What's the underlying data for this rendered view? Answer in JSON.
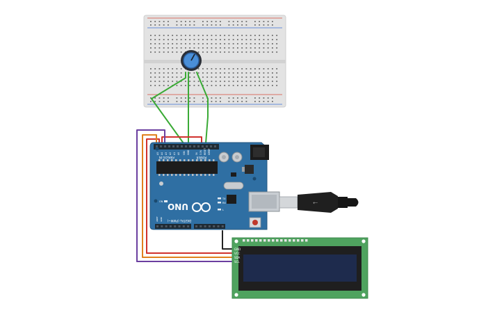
{
  "arduino": {
    "brand": "UNO",
    "digital_label": "DIGITAL (PWM~)",
    "analog_label": "ANALOG IN",
    "power_label": "POWER",
    "on_label": "ON",
    "tx_label": "TX",
    "rx_label": "RX",
    "l_label": "L",
    "aref_label": "AREF",
    "gnd_label": "GND",
    "ioref_label": "IOREF",
    "reset_label": "RESET",
    "v33_label": "3.3V",
    "v5_label": "5V",
    "vin_label": "VIN",
    "a0_label": "A0",
    "a1_label": "A1",
    "a2_label": "A2",
    "a3_label": "A3",
    "a4_label": "A4",
    "a5_label": "A5"
  },
  "lcd": {
    "pin_gnd": "GND",
    "pin_vcc": "VCC",
    "pin_sda": "SDA",
    "pin_scl": "SCL"
  },
  "colors": {
    "breadboard": "#e3e3e3",
    "arduino_board": "#2f6fa3",
    "wire_green": "#3aaa35",
    "wire_red": "#d0312d",
    "wire_orange": "#e0801d",
    "wire_purple": "#6b3fa0",
    "wire_black": "#222222",
    "lcd_pcb": "#4fa35f",
    "lcd_screen": "#1e2b4d",
    "rail_red": "#d64a3a",
    "rail_blue": "#3a6fd6"
  }
}
